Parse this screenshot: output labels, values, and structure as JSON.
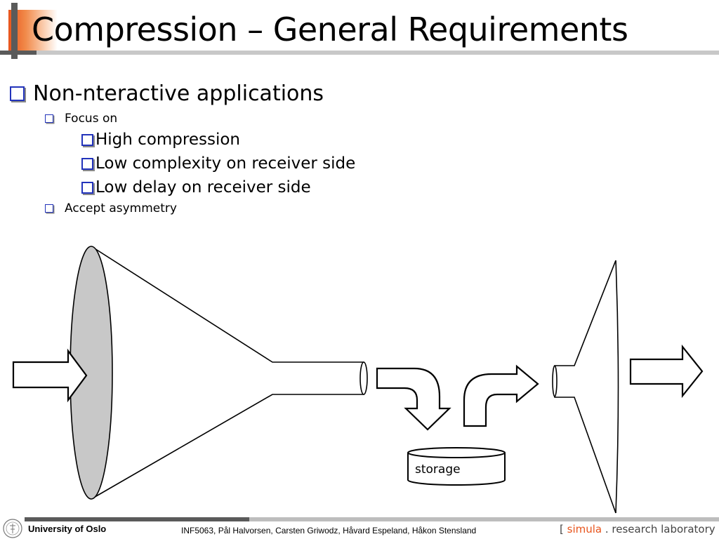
{
  "slide": {
    "title": "Compression – General Requirements",
    "bullets": {
      "level1": "Non-nteractive applications",
      "focus_on": "Focus on",
      "sub": [
        "High compression",
        "Low complexity on receiver side",
        "Low delay on receiver side"
      ],
      "accept": "Accept asymmetry"
    }
  },
  "diagram": {
    "storage_label": "storage"
  },
  "footer": {
    "university": "University of Oslo",
    "credits": "INF5063, Pål Halvorsen, Carsten Griwodz, Håvard Espeland, Håkon Stensland",
    "lab_bracket_open": "[",
    "lab_simula": "simula",
    "lab_rest": ". research laboratory",
    "lab_bracket_close": "]"
  },
  "colors": {
    "accent": "#e8541c",
    "bullet_box": "#2233bb",
    "funnel_fill": "#c8c8c8"
  }
}
